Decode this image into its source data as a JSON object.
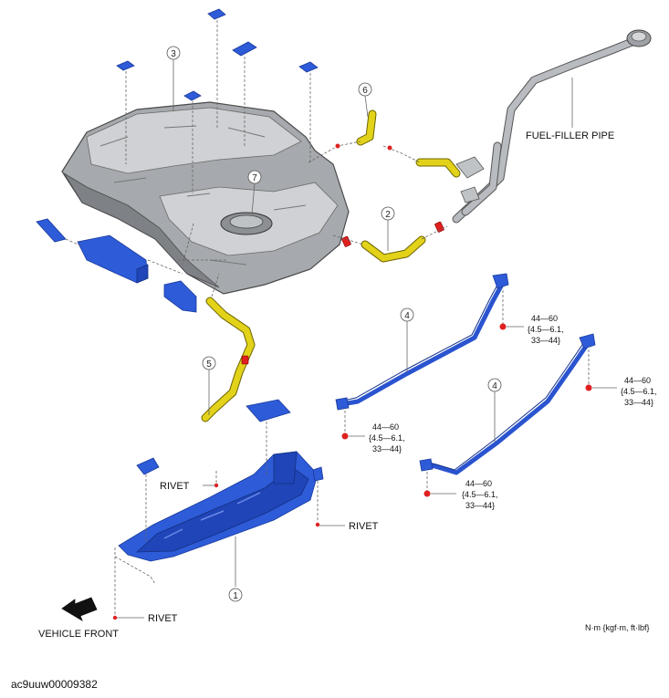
{
  "labels": {
    "fuel_filler_pipe": "FUEL-FILLER PIPE",
    "rivet": "RIVET",
    "vehicle_front": "VEHICLE FRONT",
    "unit": "N·m {kgf·m, ft·lbf}",
    "image_id": "ac9uuw00009382"
  },
  "callouts": [
    "1",
    "2",
    "3",
    "4",
    "5",
    "6",
    "7"
  ],
  "torque": {
    "line1": "44—60",
    "line2": "{4.5—6.1,",
    "line3": "33—44}"
  },
  "colors": {
    "part_blue": "#2e5bd8",
    "hose_yellow": "#e2d21a",
    "clip_red": "#e02020",
    "tank_grey": "#a6a9ad"
  }
}
